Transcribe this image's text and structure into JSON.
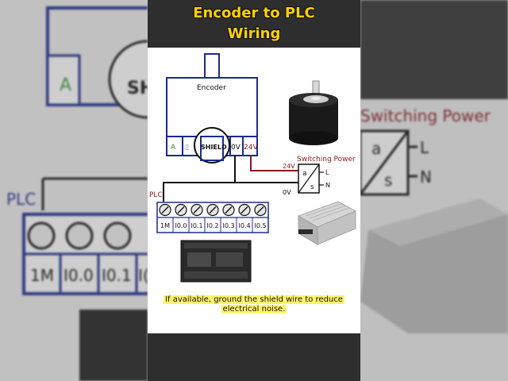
{
  "title": {
    "line1": "Encoder to PLC",
    "line2": "Wiring"
  },
  "encoder": {
    "label": "Encoder",
    "terminals": [
      "A",
      "▯",
      "SHIELD",
      "0V",
      "24V"
    ]
  },
  "power_supply": {
    "label": "Switching Power",
    "terminal_l": "L",
    "terminal_n": "N",
    "out_plus": "24V",
    "out_minus": "0V",
    "symbol_a": "a",
    "symbol_s": "s"
  },
  "plc": {
    "label": "PLC",
    "terminals": [
      "1M",
      "I0.0",
      "I0.1",
      "I0.2",
      "I0.3",
      "I0.4",
      "I0.5"
    ]
  },
  "caption": "If available, ground the shield wire to reduce electrical noise.",
  "background": {
    "left_labels": [
      "PLC",
      "A",
      "SHI",
      "1M",
      "I0.0",
      "I0.1",
      "I("
    ],
    "right_labels": [
      "Switching Power",
      "a",
      "s",
      "L",
      "N"
    ]
  },
  "colors": {
    "wire_blue": "#1b2a8f",
    "wire_red": "#8b1a1a",
    "wire_black": "#111111",
    "title_yellow": "#ffd200"
  }
}
